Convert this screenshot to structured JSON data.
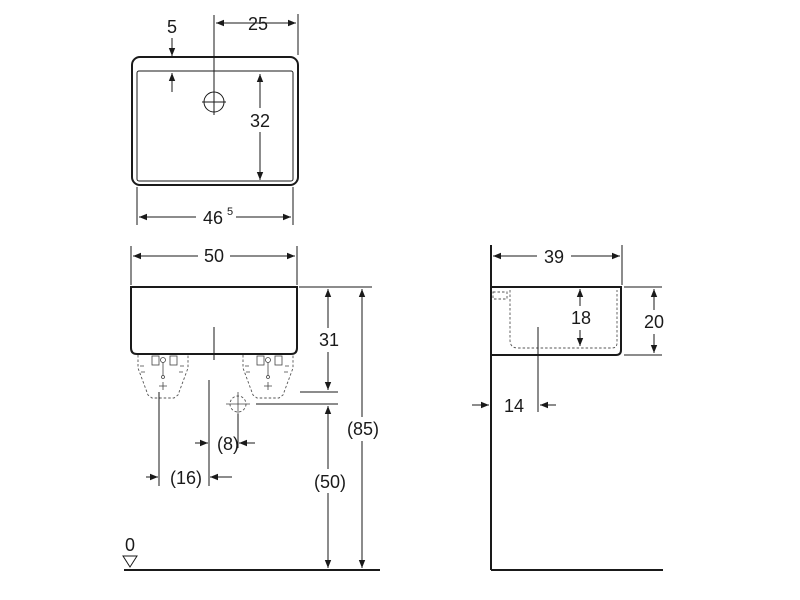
{
  "top_view": {
    "dim_5": "5",
    "dim_25": "25",
    "dim_32": "32",
    "dim_46": "46",
    "dim_46_sup": "5"
  },
  "front_view": {
    "dim_50": "50",
    "dim_31": "31",
    "dim_85": "(85)",
    "dim_50_height": "(50)",
    "dim_8": "(8)",
    "dim_16": "(16)",
    "floor_level": "0"
  },
  "side_view": {
    "dim_39": "39",
    "dim_18": "18",
    "dim_20": "20",
    "dim_14": "14"
  }
}
